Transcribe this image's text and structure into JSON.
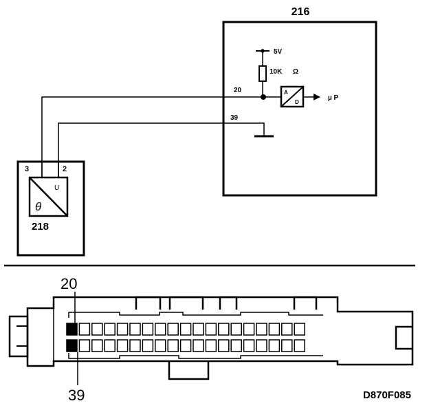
{
  "ecu": {
    "ref": "216"
  },
  "sensor": {
    "ref": "218",
    "pin_left": "3",
    "pin_right": "2",
    "symbol_out": "U",
    "symbol_in": "θ"
  },
  "circuit": {
    "supply": "5V",
    "resistor": "10K",
    "resistor_unit": "Ω",
    "pin_signal": "20",
    "pin_ground": "39",
    "adc_top": "A",
    "adc_bottom": "D",
    "output": "µ P"
  },
  "connector": {
    "pin_top_callout": "20",
    "pin_bottom_callout": "39",
    "pins_per_row": 19,
    "rows": 2
  },
  "figure_code": "D870F085"
}
